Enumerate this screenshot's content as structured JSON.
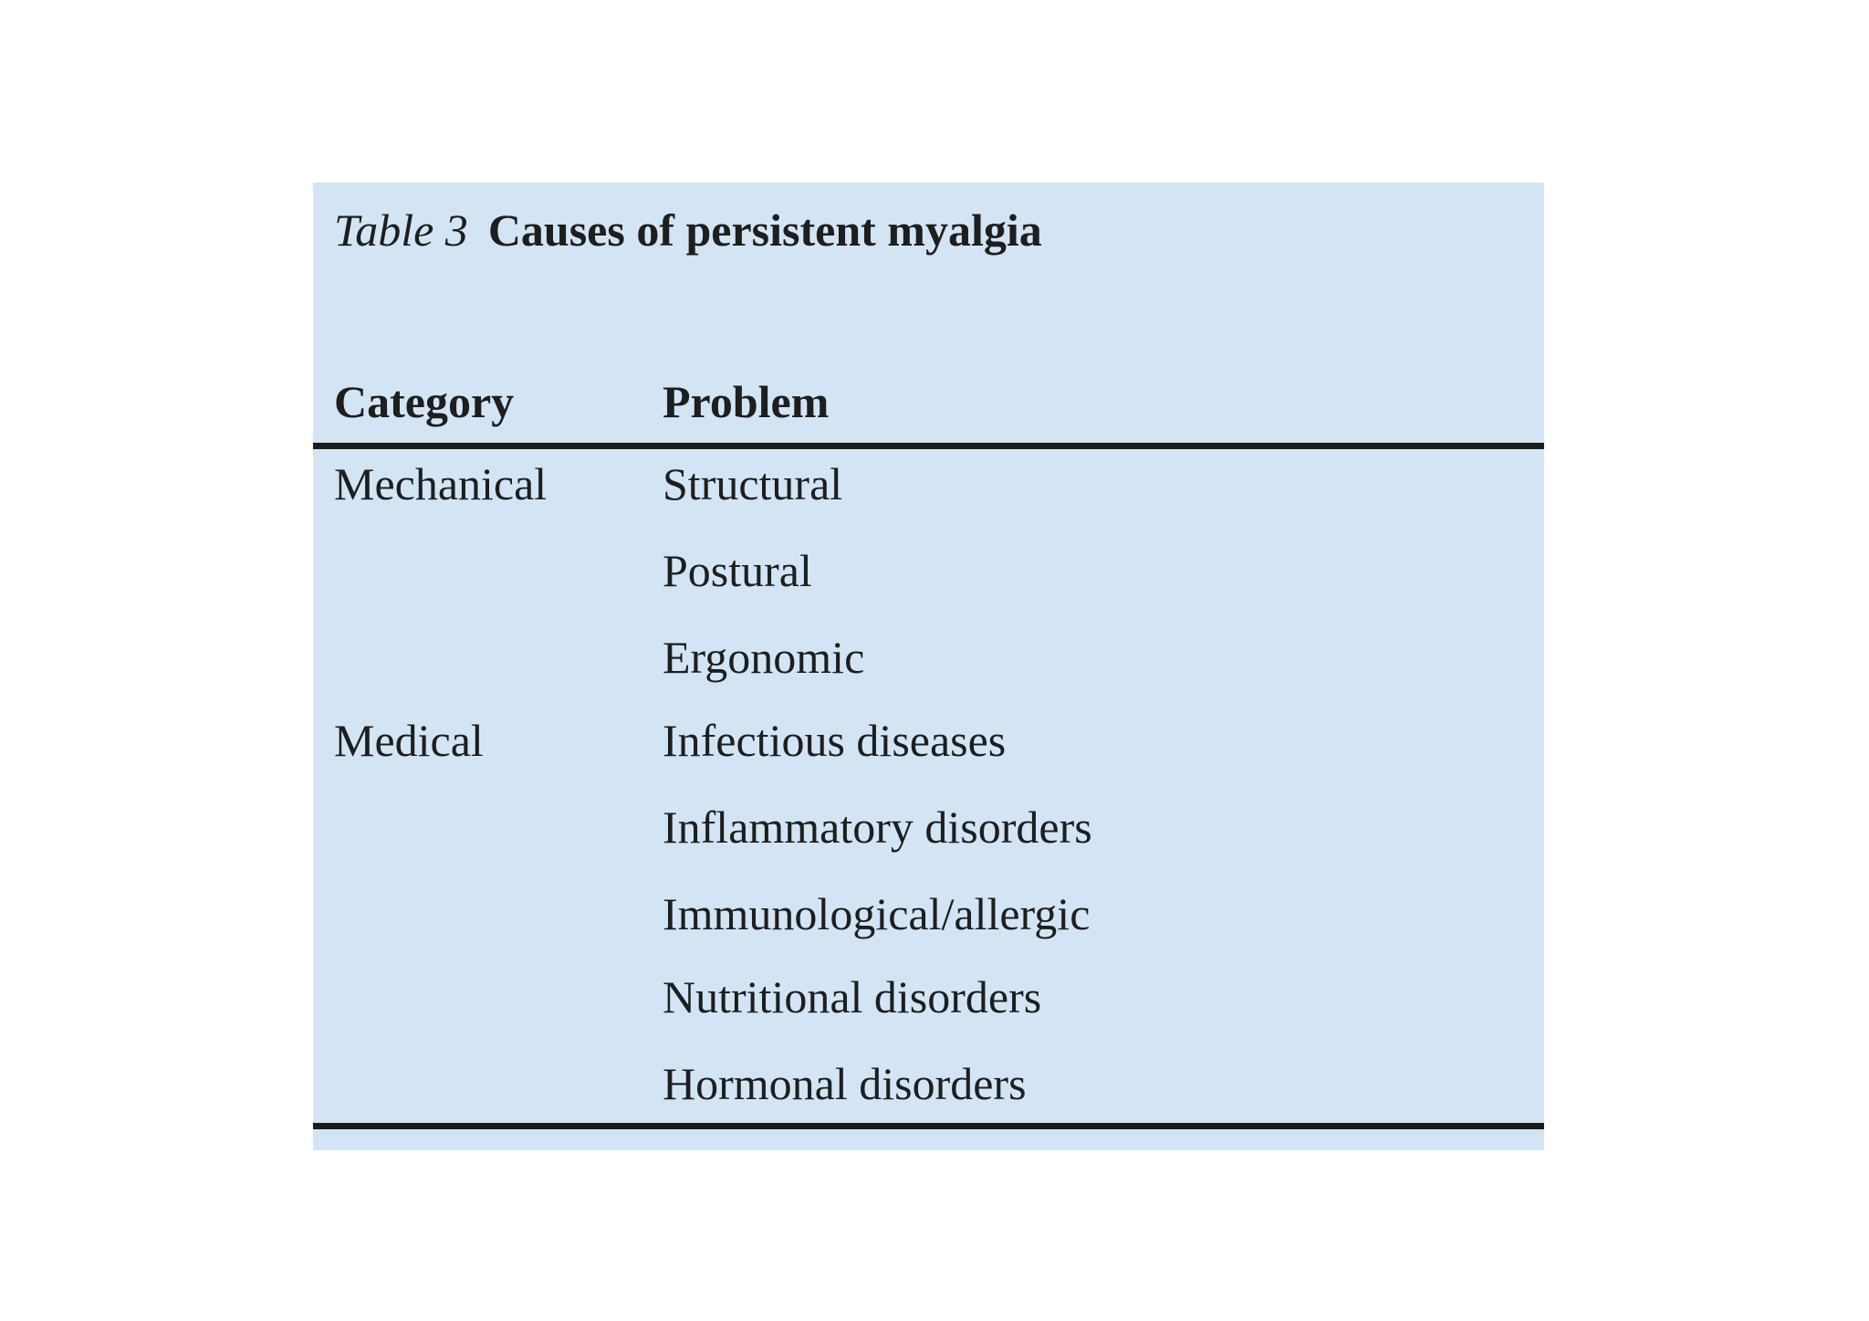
{
  "caption": {
    "label": "Table 3",
    "title": "Causes of persistent myalgia"
  },
  "columns": [
    "Category",
    "Problem"
  ],
  "rows": [
    {
      "category": "Mechanical",
      "problem": "Structural"
    },
    {
      "category": "",
      "problem": "Postural"
    },
    {
      "category": "",
      "problem": "Ergonomic"
    },
    {
      "category": "Medical",
      "problem": "Infectious diseases"
    },
    {
      "category": "",
      "problem": "Inflammatory disorders"
    },
    {
      "category": "",
      "problem": "Immunological/allergic"
    },
    {
      "category": "",
      "problem": "Nutritional disorders"
    },
    {
      "category": "",
      "problem": "Hormonal disorders"
    }
  ],
  "colors": {
    "table_background": "#d3e5f5",
    "rule": "#1c1c1c",
    "text": "#1e1e1e"
  }
}
